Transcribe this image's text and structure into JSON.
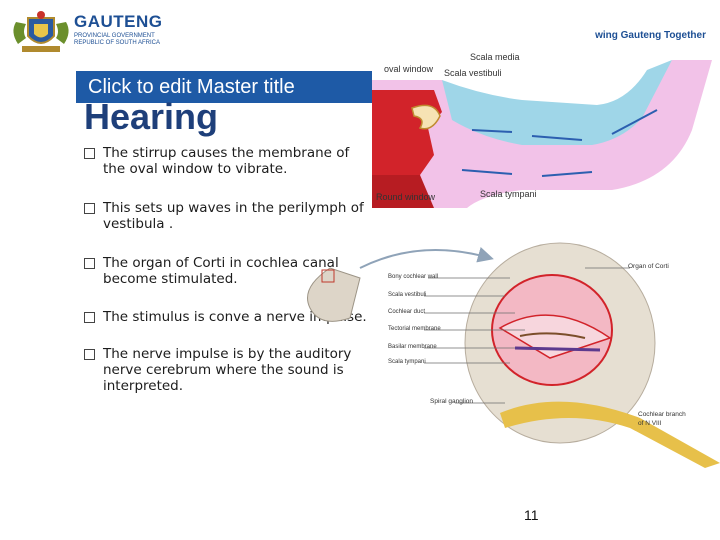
{
  "header": {
    "brand": "GAUTENG",
    "brand_sub": "PROVINCIAL GOVERNMENT REPUBLIC OF SOUTH AFRICA",
    "tagline": "wing Gauteng Together"
  },
  "slide": {
    "master_title": "Click to edit Master title",
    "heading": "Hearing",
    "bullets": [
      "The stirrup causes the membrane of the oval window to vibrate.",
      "This sets up waves in the perilymph of vestibula .",
      "The organ of Corti in cochlea canal become stimulated.",
      "The stimulus is conve a nerve impulse.",
      "The nerve impulse is by the auditory nerve cerebrum where the sound is interpreted."
    ],
    "page_number": "11"
  },
  "diagram_top": {
    "labels": {
      "oval_window": "oval window",
      "scala_media": "Scala media",
      "scala_vestibuli": "Scala vestibuli",
      "round_window": "Round window",
      "scala_tympani": "Scala tympani"
    }
  },
  "diagram_bottom": {
    "labels": {
      "bony_cochlear_wall": "Bony cochlear wall",
      "scala_vestibuli": "Scala vestibuli",
      "cochlear_duct": "Cochlear duct",
      "tectorial_membrane": "Tectorial membrane",
      "basilar_membrane": "Basilar membrane",
      "scala_tympani": "Scala tympani",
      "organ_of_corti": "Organ of Corti",
      "spiral_ganglion": "Spiral ganglion",
      "cochlear_branch": "Cochlear branch",
      "of_n_viii": "of N VIII"
    }
  },
  "colors": {
    "title_bar": "#1e5aa6",
    "heading": "#1e3f7a",
    "brand": "#1d4f94",
    "red_tissue": "#d2232a",
    "pink_chamber": "#f2c2e8",
    "nerve": "#e7c04a"
  }
}
